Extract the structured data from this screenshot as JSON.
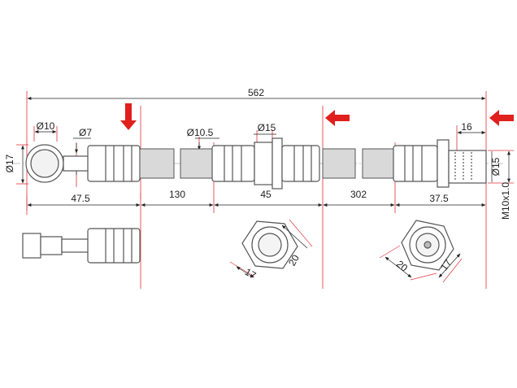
{
  "dimensions": {
    "total_length": "562",
    "eye_inner_dia": "Ø10",
    "eye_outer_dia": "Ø17",
    "bolt_dia": "Ø7",
    "hose_dia": "Ø10.5",
    "mid_fitting_dia": "Ø15",
    "end_fitting_dia": "Ø15",
    "end_fitting_len": "16",
    "thread": "M10x1.0",
    "seg_eye_to_crimp": "47.5",
    "seg_hose_1": "130",
    "seg_mid_fitting": "45",
    "seg_hose_2": "302",
    "seg_end_fitting": "37.5",
    "hex1_flat": "17",
    "hex1_corner": "20",
    "hex2_corner": "20",
    "hex2_flat": "17"
  },
  "colors": {
    "extension_line": "#e0313a",
    "arrow": "#e0201c",
    "outline": "#555555",
    "hose_fill": "#d9d9d9"
  },
  "icons": {
    "cut_arrow_1": "arrow-down-icon",
    "cut_arrow_2": "arrow-left-icon",
    "cut_arrow_3": "arrow-left-icon"
  }
}
